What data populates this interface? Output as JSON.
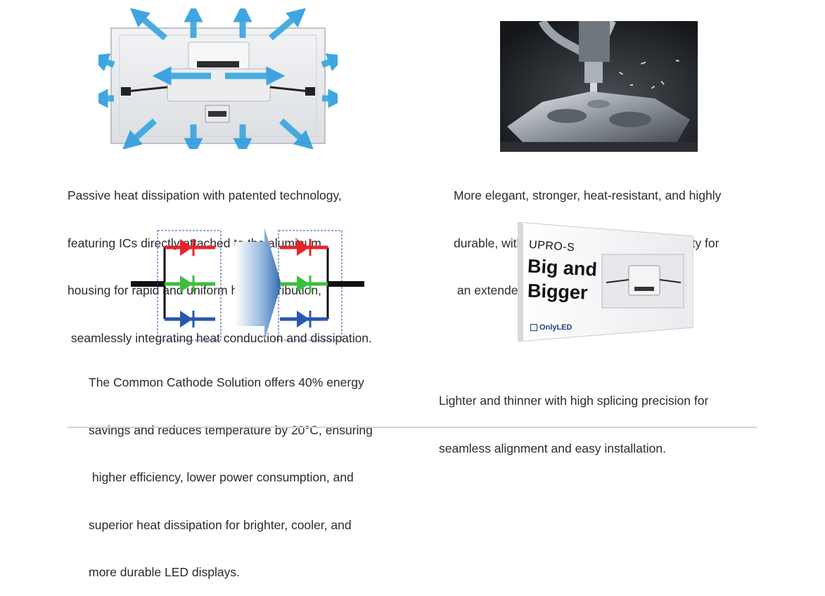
{
  "features": [
    {
      "id": "heat-dissipation",
      "caption": [
        "Passive heat dissipation with patented technology,",
        "featuring ICs directly attached to the aluminum",
        "housing for rapid and uniform heat distribution,",
        " seamlessly integrating heat conduction and dissipation."
      ]
    },
    {
      "id": "cnc-machining",
      "caption": [
        "More elegant, stronger, heat-resistant, and highly",
        "durable, with exceptional thermal conductivity for",
        " an extended lifespan."
      ]
    },
    {
      "id": "common-cathode",
      "caption": [
        "The Common Cathode Solution offers 40% energy",
        "savings and reduces temperature by 20°C, ensuring",
        " higher efficiency, lower power consumption, and",
        "superior heat dissipation for brighter, cooler, and",
        "more durable LED displays."
      ]
    },
    {
      "id": "thin-panel",
      "caption": [
        "Lighter and thinner with high splicing precision for",
        "seamless alignment and easy installation."
      ]
    }
  ],
  "product_panel": {
    "model": "UPRO-S",
    "tagline_1": "Big and",
    "tagline_2": "Bigger",
    "brand": "OnlyLED"
  },
  "colors": {
    "arrow_blue": "#3aa7e0",
    "red": "#e8242a",
    "green": "#3cbf3c",
    "blue": "#2757b0",
    "divider": "#c9d6e6"
  }
}
